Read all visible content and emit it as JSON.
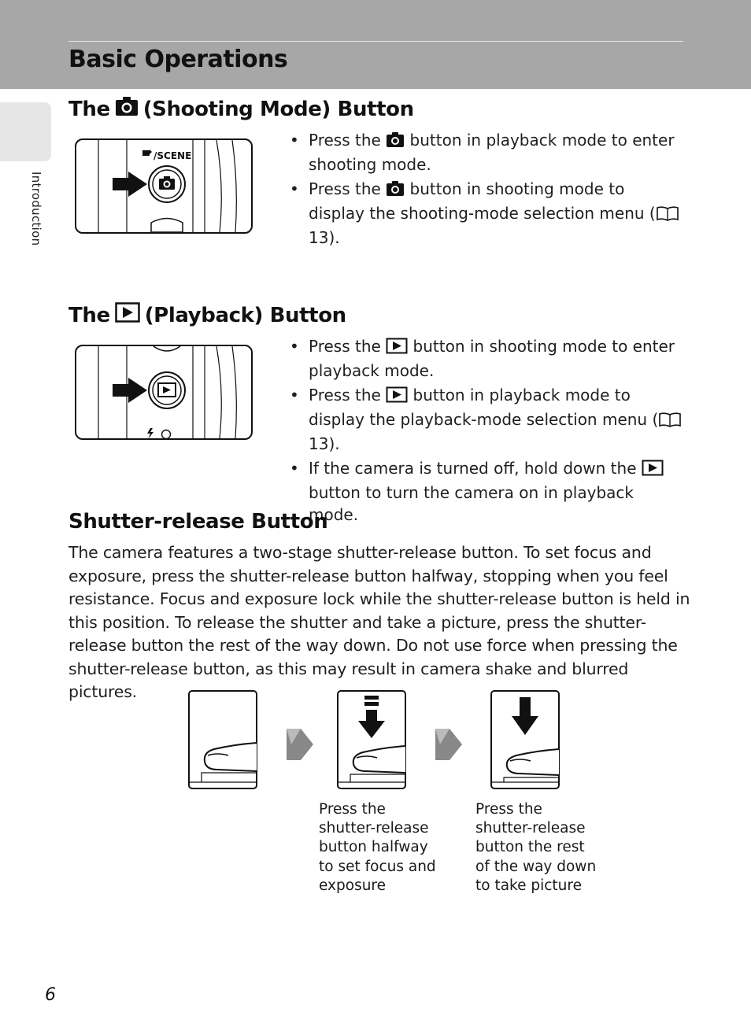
{
  "chapter": {
    "title": "Basic Operations",
    "side_label": "Introduction"
  },
  "sections": {
    "shooting": {
      "heading_prefix": "The",
      "heading_suffix": "(Shooting Mode) Button",
      "icon": "camera-icon",
      "illustration_label": "/SCENE",
      "bullets": [
        {
          "before": "Press the",
          "after": "button in playback mode to enter shooting mode."
        },
        {
          "before": "Press the",
          "after": "button in shooting mode to display the shooting-mode selection menu (",
          "ref": "13)."
        }
      ]
    },
    "playback": {
      "heading_prefix": "The",
      "heading_suffix": "(Playback) Button",
      "icon": "playback-icon",
      "bullets": [
        {
          "before": "Press the",
          "after": "button in shooting mode to enter playback mode."
        },
        {
          "before": "Press the",
          "after": "button in playback mode to display the playback-mode selection menu (",
          "ref": "13)."
        },
        {
          "before": "If the camera is turned off, hold down the",
          "after": "button to turn the camera on in playback mode."
        }
      ]
    },
    "shutter": {
      "heading": "Shutter-release Button",
      "paragraph": "The camera features a two-stage shutter-release button. To set focus and exposure, press the shutter-release button halfway, stopping when you feel resistance. Focus and exposure lock while the shutter-release button is held in this position. To release the shutter and take a picture, press the shutter-release button the rest of the way down. Do not use force when pressing the shutter-release button, as this may result in camera shake and blurred pictures.",
      "captions": [
        "Press the\nshutter-release\nbutton halfway\nto set focus and\nexposure",
        "Press the\nshutter-release\nbutton the rest\nof the way down\nto take picture"
      ]
    }
  },
  "bullet_char": "•",
  "page_number": "6"
}
